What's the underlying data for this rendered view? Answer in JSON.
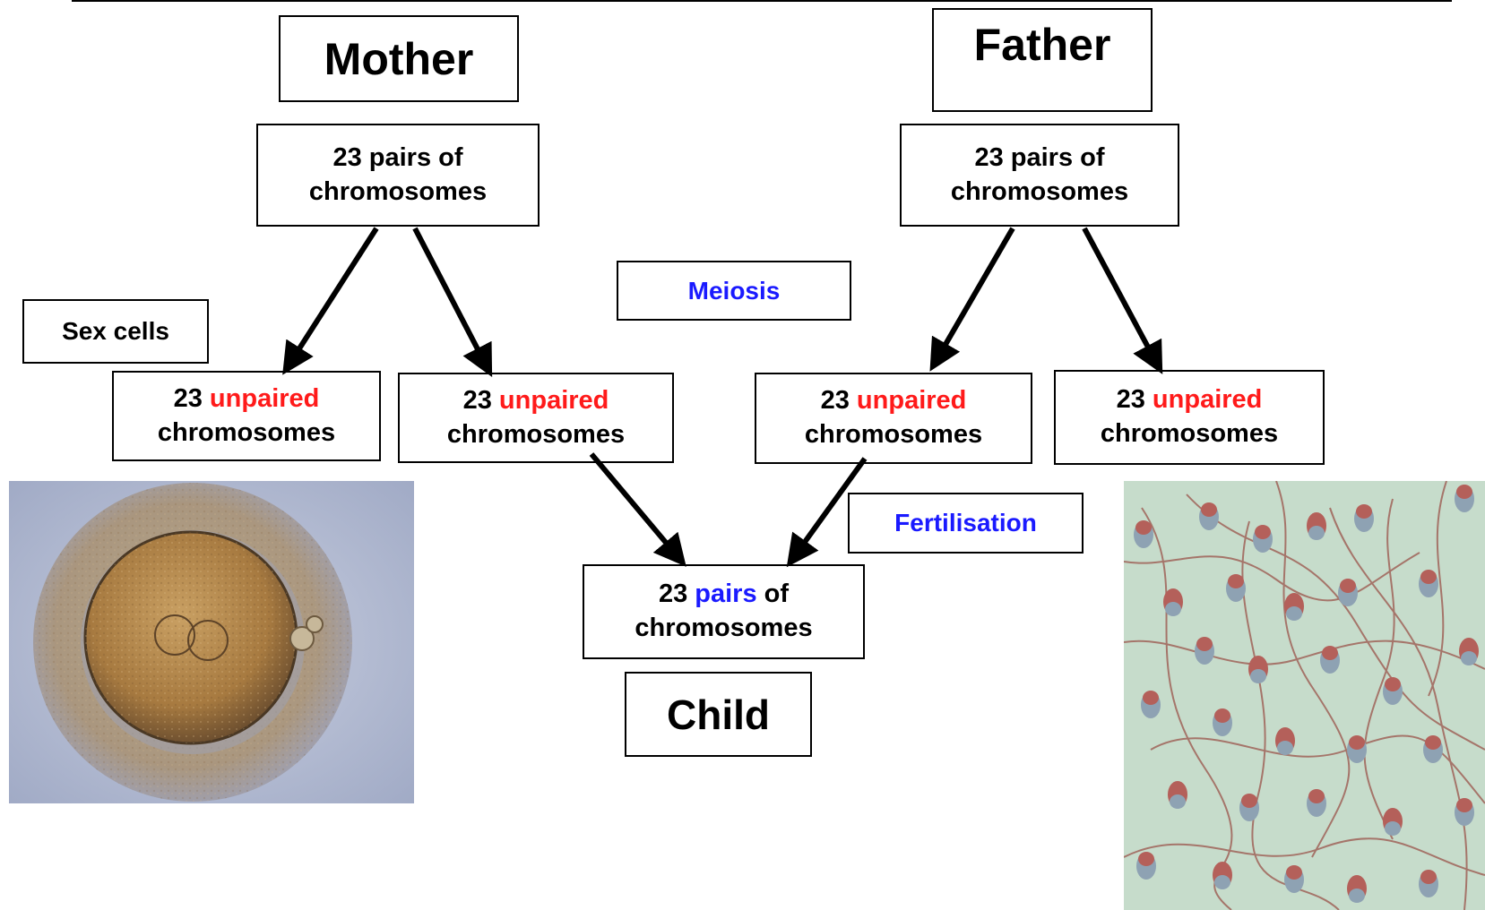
{
  "parents": {
    "mother": "Mother",
    "father": "Father"
  },
  "parent_cells": {
    "mother": {
      "line1": "23 pairs of",
      "line2": "chromosomes"
    },
    "father": {
      "line1": "23 pairs of",
      "line2": "chromosomes"
    }
  },
  "labels": {
    "sex_cells": "Sex cells",
    "meiosis": "Meiosis",
    "fertilisation": "Fertilisation"
  },
  "gametes": [
    {
      "number": "23",
      "word": "unpaired",
      "line2": "chromosomes"
    },
    {
      "number": "23",
      "word": "unpaired",
      "line2": "chromosomes"
    },
    {
      "number": "23",
      "word": "unpaired",
      "line2": "chromosomes"
    },
    {
      "number": "23",
      "word": "unpaired",
      "line2": "chromosomes"
    }
  ],
  "zygote": {
    "number": "23",
    "word": "pairs",
    "rest": "of",
    "line2": "chromosomes"
  },
  "child": "Child",
  "images": {
    "egg": "egg-cell-micrograph",
    "sperm": "sperm-cells-micrograph"
  },
  "colors": {
    "unpaired": "#ff1a1a",
    "process_label": "#1a1aff",
    "arrow": "#000000"
  }
}
